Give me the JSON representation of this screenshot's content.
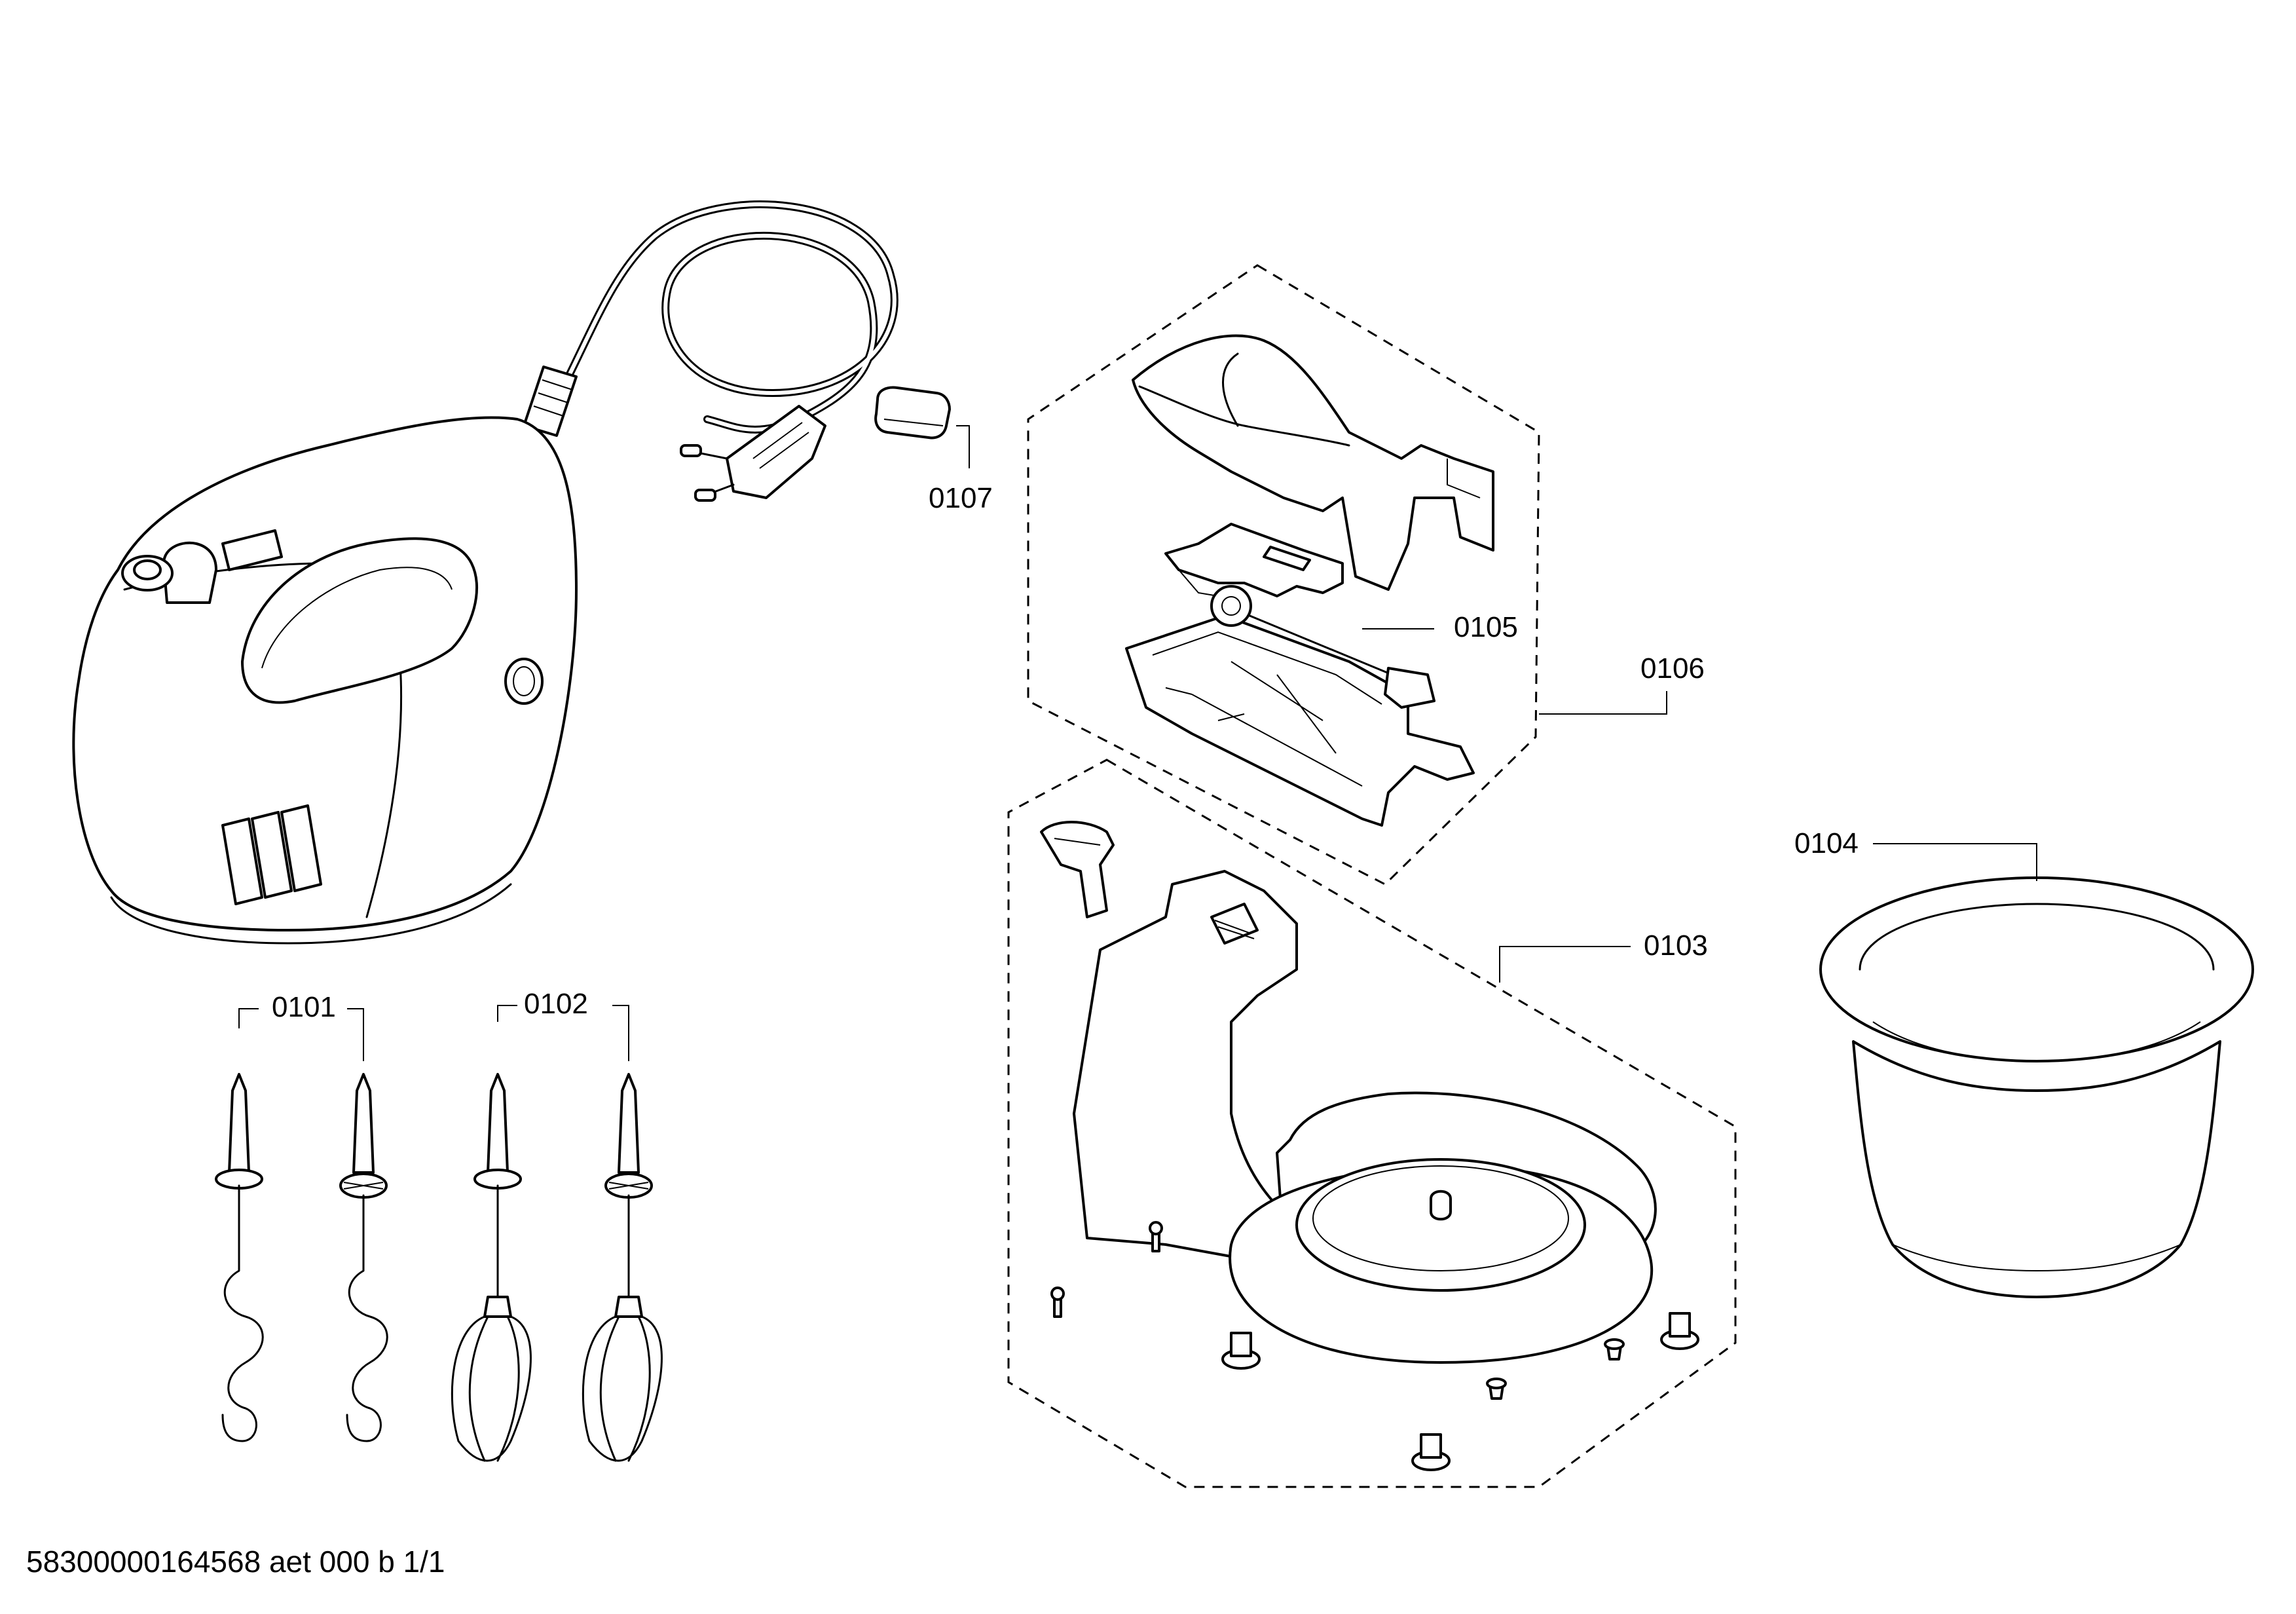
{
  "parts": [
    {
      "id": "0101",
      "label": "0101"
    },
    {
      "id": "0102",
      "label": "0102"
    },
    {
      "id": "0103",
      "label": "0103"
    },
    {
      "id": "0104",
      "label": "0104"
    },
    {
      "id": "0105",
      "label": "0105"
    },
    {
      "id": "0106",
      "label": "0106"
    },
    {
      "id": "0107",
      "label": "0107"
    }
  ],
  "footer": {
    "text": "58300000164568 aet 000 b 1/1"
  }
}
